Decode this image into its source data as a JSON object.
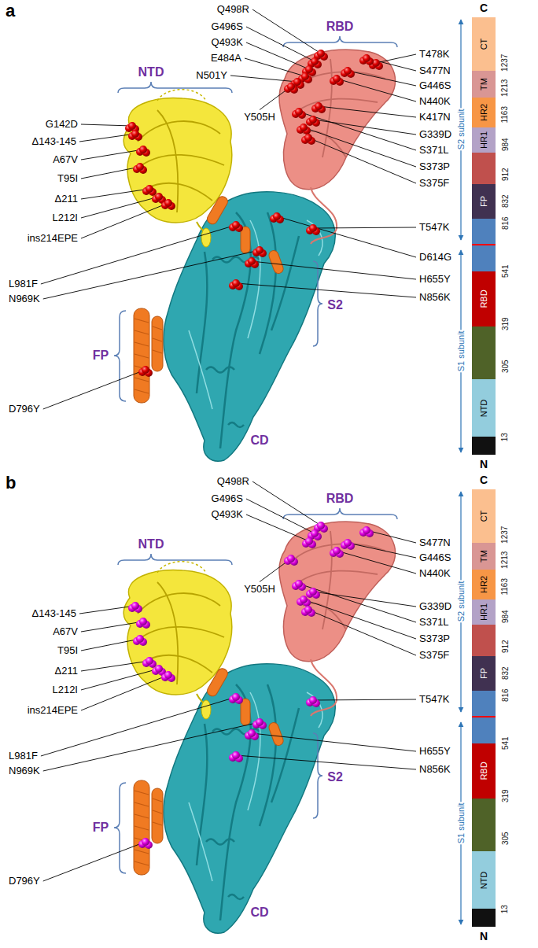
{
  "diagram": {
    "nodes": [
      {
        "text": [
          "CT"
        ]
      },
      {
        "text": [
          "TM"
        ]
      },
      {
        "text": [
          "HR2"
        ]
      },
      {
        "text": [
          "HR1"
        ]
      },
      {
        "text": [
          "FP"
        ]
      },
      {
        "text": [
          "RBD"
        ]
      },
      {
        "text": [
          "NTD"
        ]
      },
      {
        "text": [
          "CT"
        ]
      },
      {
        "text": [
          "TM"
        ]
      },
      {
        "text": [
          "HR2"
        ]
      },
      {
        "text": [
          "HR1"
        ]
      },
      {
        "text": [
          "FP"
        ]
      },
      {
        "text": [
          "RBD"
        ]
      },
      {
        "text": [
          "NTD"
        ]
      }
    ],
    "labels": [
      "a",
      "Q498R",
      "G496S",
      "Q493K",
      "E484A",
      "N501Y",
      "RBD",
      "T478K",
      "S477N",
      "G446S",
      "N440K",
      "K417N",
      "NTD",
      "G142D",
      "Δ143-145",
      "A67V",
      "T95I",
      "Δ211",
      "L212I",
      "ins214EPE",
      "Y505H",
      "G339D",
      "S371L",
      "S373P",
      "S375F",
      "T547K",
      "L981F",
      "D614G",
      "N969K",
      "H655Y",
      "N856K",
      "S2",
      "FP",
      "D796Y",
      "CD",
      "C",
      "1237",
      "1213",
      "1163",
      "984",
      "912",
      "832",
      "816",
      "541",
      "319",
      "305",
      "13",
      "N",
      "S2 subunit",
      "S1 subunit",
      "b",
      "Q498R",
      "G496S",
      "Q493K",
      "RBD",
      "S477N",
      "G446S",
      "N440K",
      "NTD",
      "Δ143-145",
      "A67V",
      "T95I",
      "Δ211",
      "L212I",
      "ins214EPE",
      "Y505H",
      "G339D",
      "S371L",
      "S373P",
      "S375F",
      "T547K",
      "L981F",
      "N969K",
      "H655Y",
      "N856K",
      "S2",
      "FP",
      "D796Y",
      "CD",
      "C",
      "1237",
      "1213",
      "1163",
      "984",
      "912",
      "832",
      "816",
      "541",
      "319",
      "305",
      "13",
      "N",
      "S2 subunit",
      "S1 subunit"
    ]
  }
}
